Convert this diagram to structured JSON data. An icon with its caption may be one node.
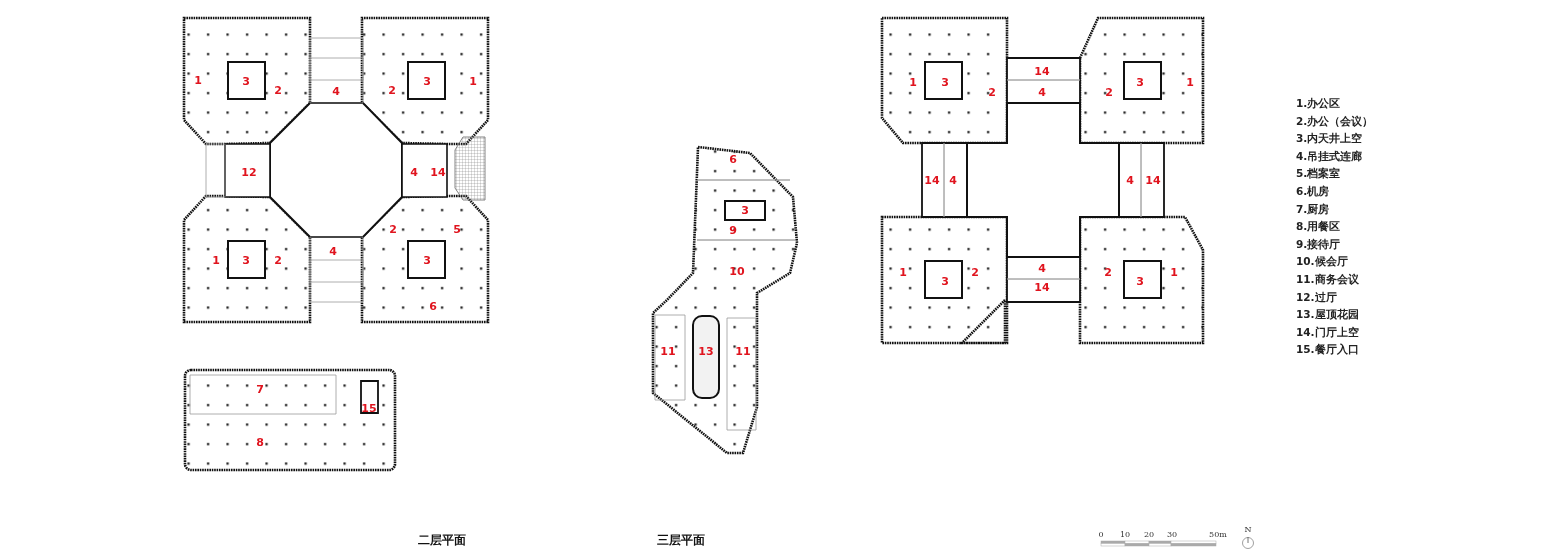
{
  "diagram": {
    "labels": [
      "1",
      "3",
      "2",
      "4",
      "2",
      "3",
      "1",
      "12",
      "4",
      "14",
      "2",
      "5",
      "1",
      "3",
      "2",
      "4",
      "3",
      "6",
      "7",
      "15",
      "8",
      "6",
      "3",
      "9",
      "10",
      "11",
      "13",
      "11",
      "14",
      "1",
      "3",
      "2",
      "4",
      "2",
      "3",
      "1",
      "14",
      "4",
      "4",
      "14",
      "1",
      "3",
      "2",
      "4",
      "2",
      "3",
      "1",
      "14",
      "1.办公区",
      "2.办公（会议）",
      "3.内天井上空",
      "4.吊挂式连廊",
      "5.档案室",
      "6.机房",
      "7.厨房",
      "8.用餐区",
      "9.接待厅",
      "10.候会厅",
      "11.商务会议",
      "12.过厅",
      "13.屋顶花园",
      "14.门厅上空",
      "15.餐厅入口",
      "二层平面",
      "三层平面",
      "0",
      "10",
      "20",
      "30",
      "50m",
      "N"
    ]
  }
}
